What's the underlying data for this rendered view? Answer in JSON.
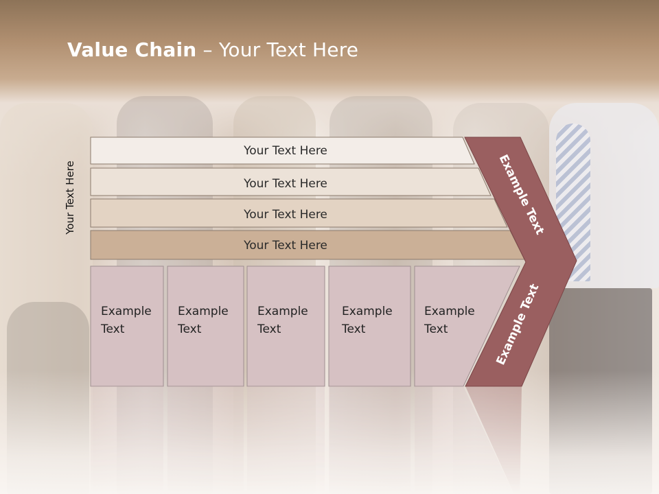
{
  "slide": {
    "title_bold": "Value Chain",
    "title_rest": " – Your Text Here",
    "side_label": "Your Text Here"
  },
  "rows": [
    {
      "label": "Your Text Here",
      "color": "#f3ede8"
    },
    {
      "label": "Your Text Here",
      "color": "#ece2d8"
    },
    {
      "label": "Your Text Here",
      "color": "#e3d3c3"
    },
    {
      "label": "Your Text Here",
      "color": "#cbb097"
    }
  ],
  "boxes": [
    {
      "line1": "Example",
      "line2": "Text"
    },
    {
      "line1": "Example",
      "line2": "Text"
    },
    {
      "line1": "Example",
      "line2": "Text"
    },
    {
      "line1": "Example",
      "line2": "Text"
    },
    {
      "line1": "Example",
      "line2": "Text"
    }
  ],
  "chevron": {
    "upper_label": "Example Text",
    "lower_label": "Example Text",
    "color": "#9a5f60",
    "box_color": "#d6c1c3"
  }
}
